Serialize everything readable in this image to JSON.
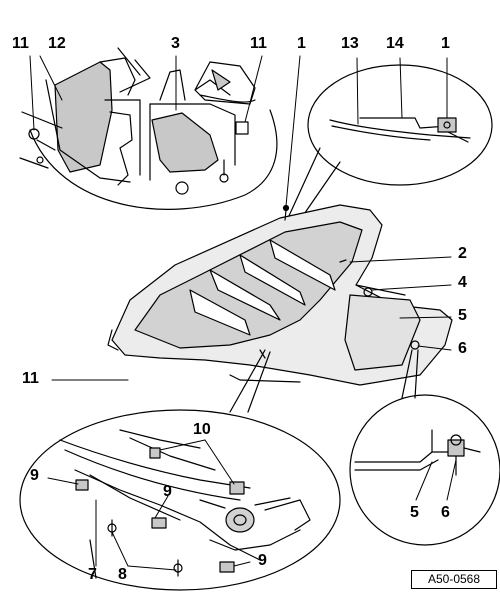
{
  "callouts": [
    {
      "id": "c11a",
      "text": "11"
    },
    {
      "id": "c12",
      "text": "12"
    },
    {
      "id": "c3",
      "text": "3"
    },
    {
      "id": "c11b",
      "text": "11"
    },
    {
      "id": "c1a",
      "text": "1"
    },
    {
      "id": "c13",
      "text": "13"
    },
    {
      "id": "c14",
      "text": "14"
    },
    {
      "id": "c1b",
      "text": "1"
    },
    {
      "id": "c2",
      "text": "2"
    },
    {
      "id": "c4",
      "text": "4"
    },
    {
      "id": "c5a",
      "text": "5"
    },
    {
      "id": "c6a",
      "text": "6"
    },
    {
      "id": "c11c",
      "text": "11"
    },
    {
      "id": "c10",
      "text": "10"
    },
    {
      "id": "c9a",
      "text": "9"
    },
    {
      "id": "c9b",
      "text": "9"
    },
    {
      "id": "c7",
      "text": "7"
    },
    {
      "id": "c8",
      "text": "8"
    },
    {
      "id": "c9c",
      "text": "9"
    },
    {
      "id": "c5b",
      "text": "5"
    },
    {
      "id": "c6b",
      "text": "6"
    }
  ],
  "reference": "A50-0568"
}
